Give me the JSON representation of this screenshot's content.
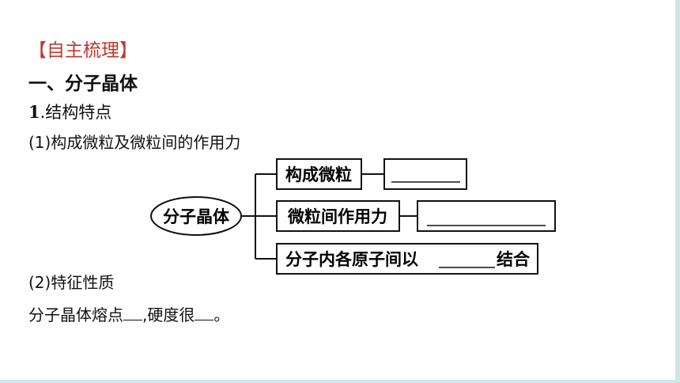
{
  "section_header": "【自主梳理】",
  "heading1": "一、分子晶体",
  "heading2": {
    "number": "1",
    "text": ".结构特点"
  },
  "sub1": "(1)构成微粒及微粒间的作用力",
  "diagram": {
    "root": "分子晶体",
    "branch1": "构成微粒",
    "branch2": "微粒间作用力",
    "branch3_before": "分子内各原子间以",
    "branch3_after": "结合"
  },
  "sub2": "(2)特征性质",
  "sentence": {
    "part1": "分子晶体熔点",
    "part2": ",硬度很",
    "part3": "。"
  }
}
